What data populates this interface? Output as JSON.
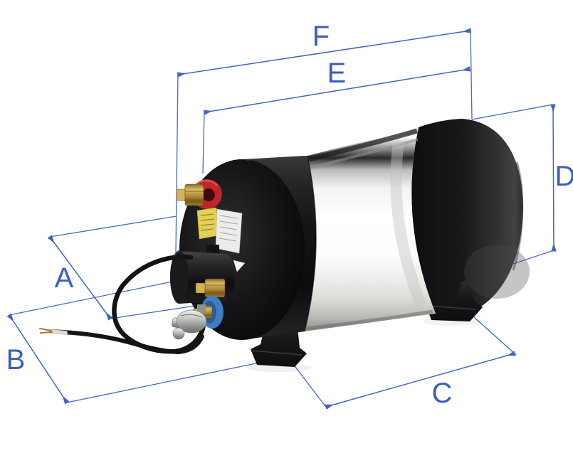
{
  "diagram": {
    "kind": "product-dimension-diagram",
    "background_color": "#ffffff",
    "accent_color": "#4065c6",
    "label_color": "#3a5ec2",
    "dimension_labels": {
      "A": "A",
      "B": "B",
      "C": "C",
      "D": "D",
      "E": "E",
      "F": "F"
    },
    "product_colors": {
      "end_caps_black": "#161618",
      "body_chrome": "#f2f2f0",
      "element_cover_red": "#c2242b",
      "brass_fittings": "#c2a04e",
      "inlet_ring_blue": "#3f7ec3",
      "relief_valve_chrome": "#c9c9c7",
      "warning_label_yellow": "#e3cf52",
      "spec_label_white": "#ececea",
      "cable_black": "#141414"
    }
  }
}
